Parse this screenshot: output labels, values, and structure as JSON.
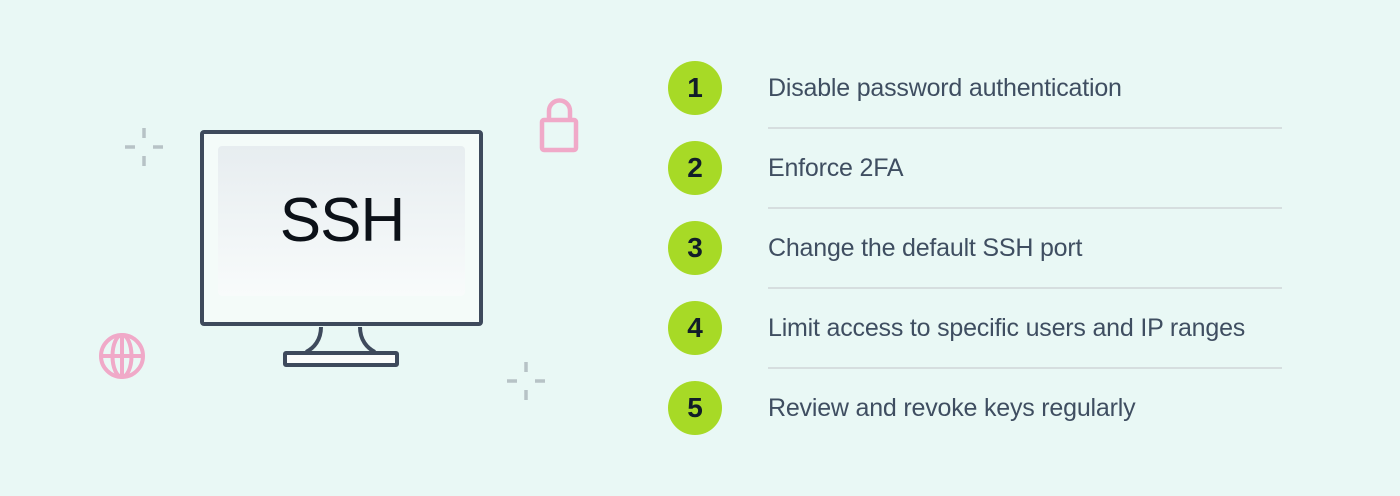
{
  "illustration": {
    "screen_label": "SSH",
    "decorations": [
      "crosshair-icon",
      "lock-icon",
      "globe-icon",
      "crosshair-icon",
      "monitor-icon"
    ]
  },
  "list": {
    "items": [
      {
        "number": "1",
        "label": "Disable password authentication"
      },
      {
        "number": "2",
        "label": "Enforce 2FA"
      },
      {
        "number": "3",
        "label": "Change the default SSH port"
      },
      {
        "number": "4",
        "label": "Limit access to specific users and IP ranges"
      },
      {
        "number": "5",
        "label": "Review and revoke keys regularly"
      }
    ]
  },
  "colors": {
    "background": "#e9f8f5",
    "accent_green": "#a7da26",
    "badge_number_text": "#121d29",
    "list_text": "#3f4e61",
    "divider": "#d6dedf",
    "pink_icon": "#f0a9c8",
    "gray_mark": "#b7c3c6",
    "monitor_outline": "#3e4a5c",
    "monitor_bezel": "#f4fbf9",
    "screen_gradient_top": "#e7edf0",
    "screen_gradient_bottom": "#f8fbfb"
  }
}
